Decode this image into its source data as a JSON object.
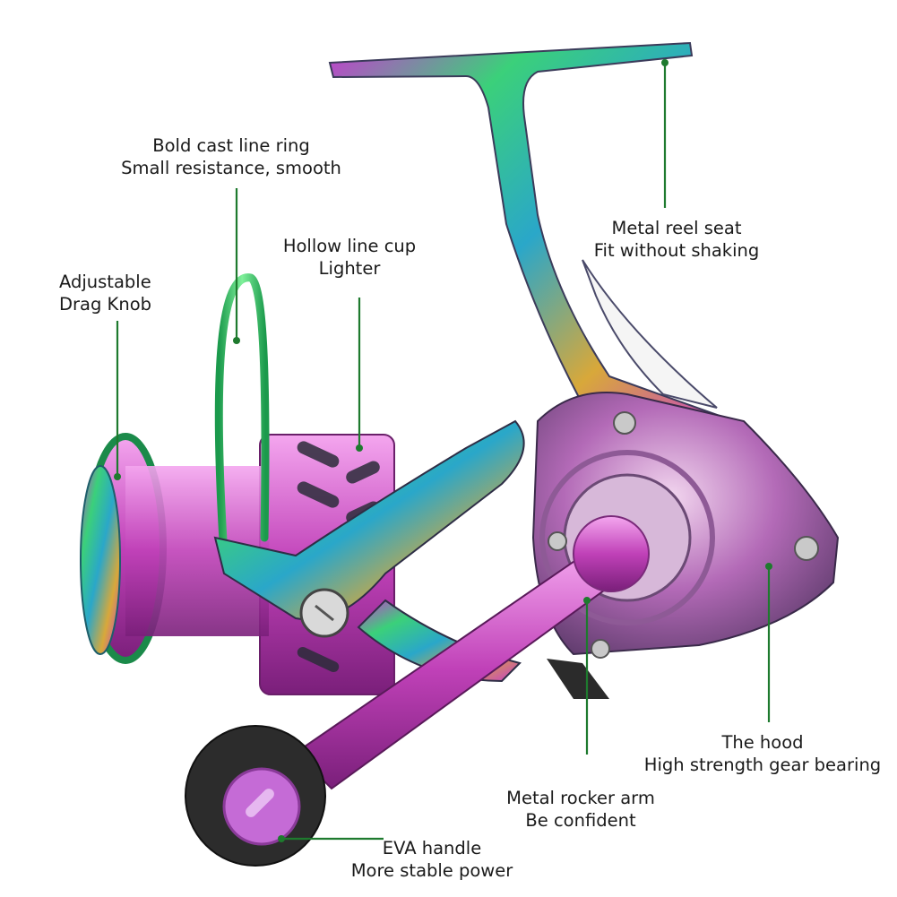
{
  "colors": {
    "background": "#ffffff",
    "leader_line": "#1e7a2e",
    "leader_dot": "#1e7a2e",
    "label_text": "#1a1a1a"
  },
  "annotations": [
    {
      "id": "cast-line-ring",
      "line1": "Bold cast line ring",
      "line2": "Small resistance, smooth"
    },
    {
      "id": "metal-reel-seat",
      "line1": "Metal reel seat",
      "line2": "Fit without shaking"
    },
    {
      "id": "hollow-line-cup",
      "line1": "Hollow line cup",
      "line2": "Lighter"
    },
    {
      "id": "drag-knob",
      "line1": "Adjustable",
      "line2": "Drag Knob"
    },
    {
      "id": "hood",
      "line1": "The hood",
      "line2": "High strength gear bearing"
    },
    {
      "id": "rocker-arm",
      "line1": "Metal rocker arm",
      "line2": "Be confident"
    },
    {
      "id": "eva-handle",
      "line1": "EVA handle",
      "line2": "More stable power"
    }
  ],
  "icons": [
    "fishing-reel-illustration"
  ]
}
